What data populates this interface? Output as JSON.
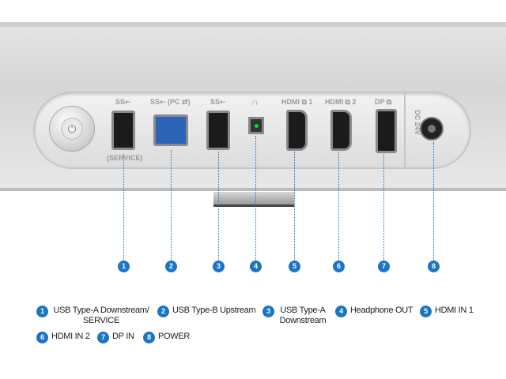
{
  "port_labels": {
    "usb_ss_1": "SS⇠",
    "service": "(SERVICE)",
    "usb_b": "SS⇠ (PC ⇄)",
    "usb_ss_3": "SS⇠",
    "headphone": "∩",
    "hdmi1": "HDMI ⧉ 1",
    "hdmi2": "HDMI ⧉ 2",
    "dp": "DP ⧉",
    "dc": "DC 24V"
  },
  "callouts": [
    "1",
    "2",
    "3",
    "4",
    "5",
    "6",
    "7",
    "8"
  ],
  "legend": [
    {
      "num": "1",
      "text": "USB Type-A Downstream/ SERVICE"
    },
    {
      "num": "2",
      "text": "USB Type-B Upstream"
    },
    {
      "num": "3",
      "text": "USB Type-A Downstream"
    },
    {
      "num": "4",
      "text": "Headphone OUT"
    },
    {
      "num": "5",
      "text": "HDMI IN 1"
    },
    {
      "num": "6",
      "text": "HDMI IN 2"
    },
    {
      "num": "7",
      "text": "DP IN"
    },
    {
      "num": "8",
      "text": "POWER"
    }
  ],
  "colors": {
    "accent": "#1b75c5",
    "usb_b": "#2c64b8"
  }
}
